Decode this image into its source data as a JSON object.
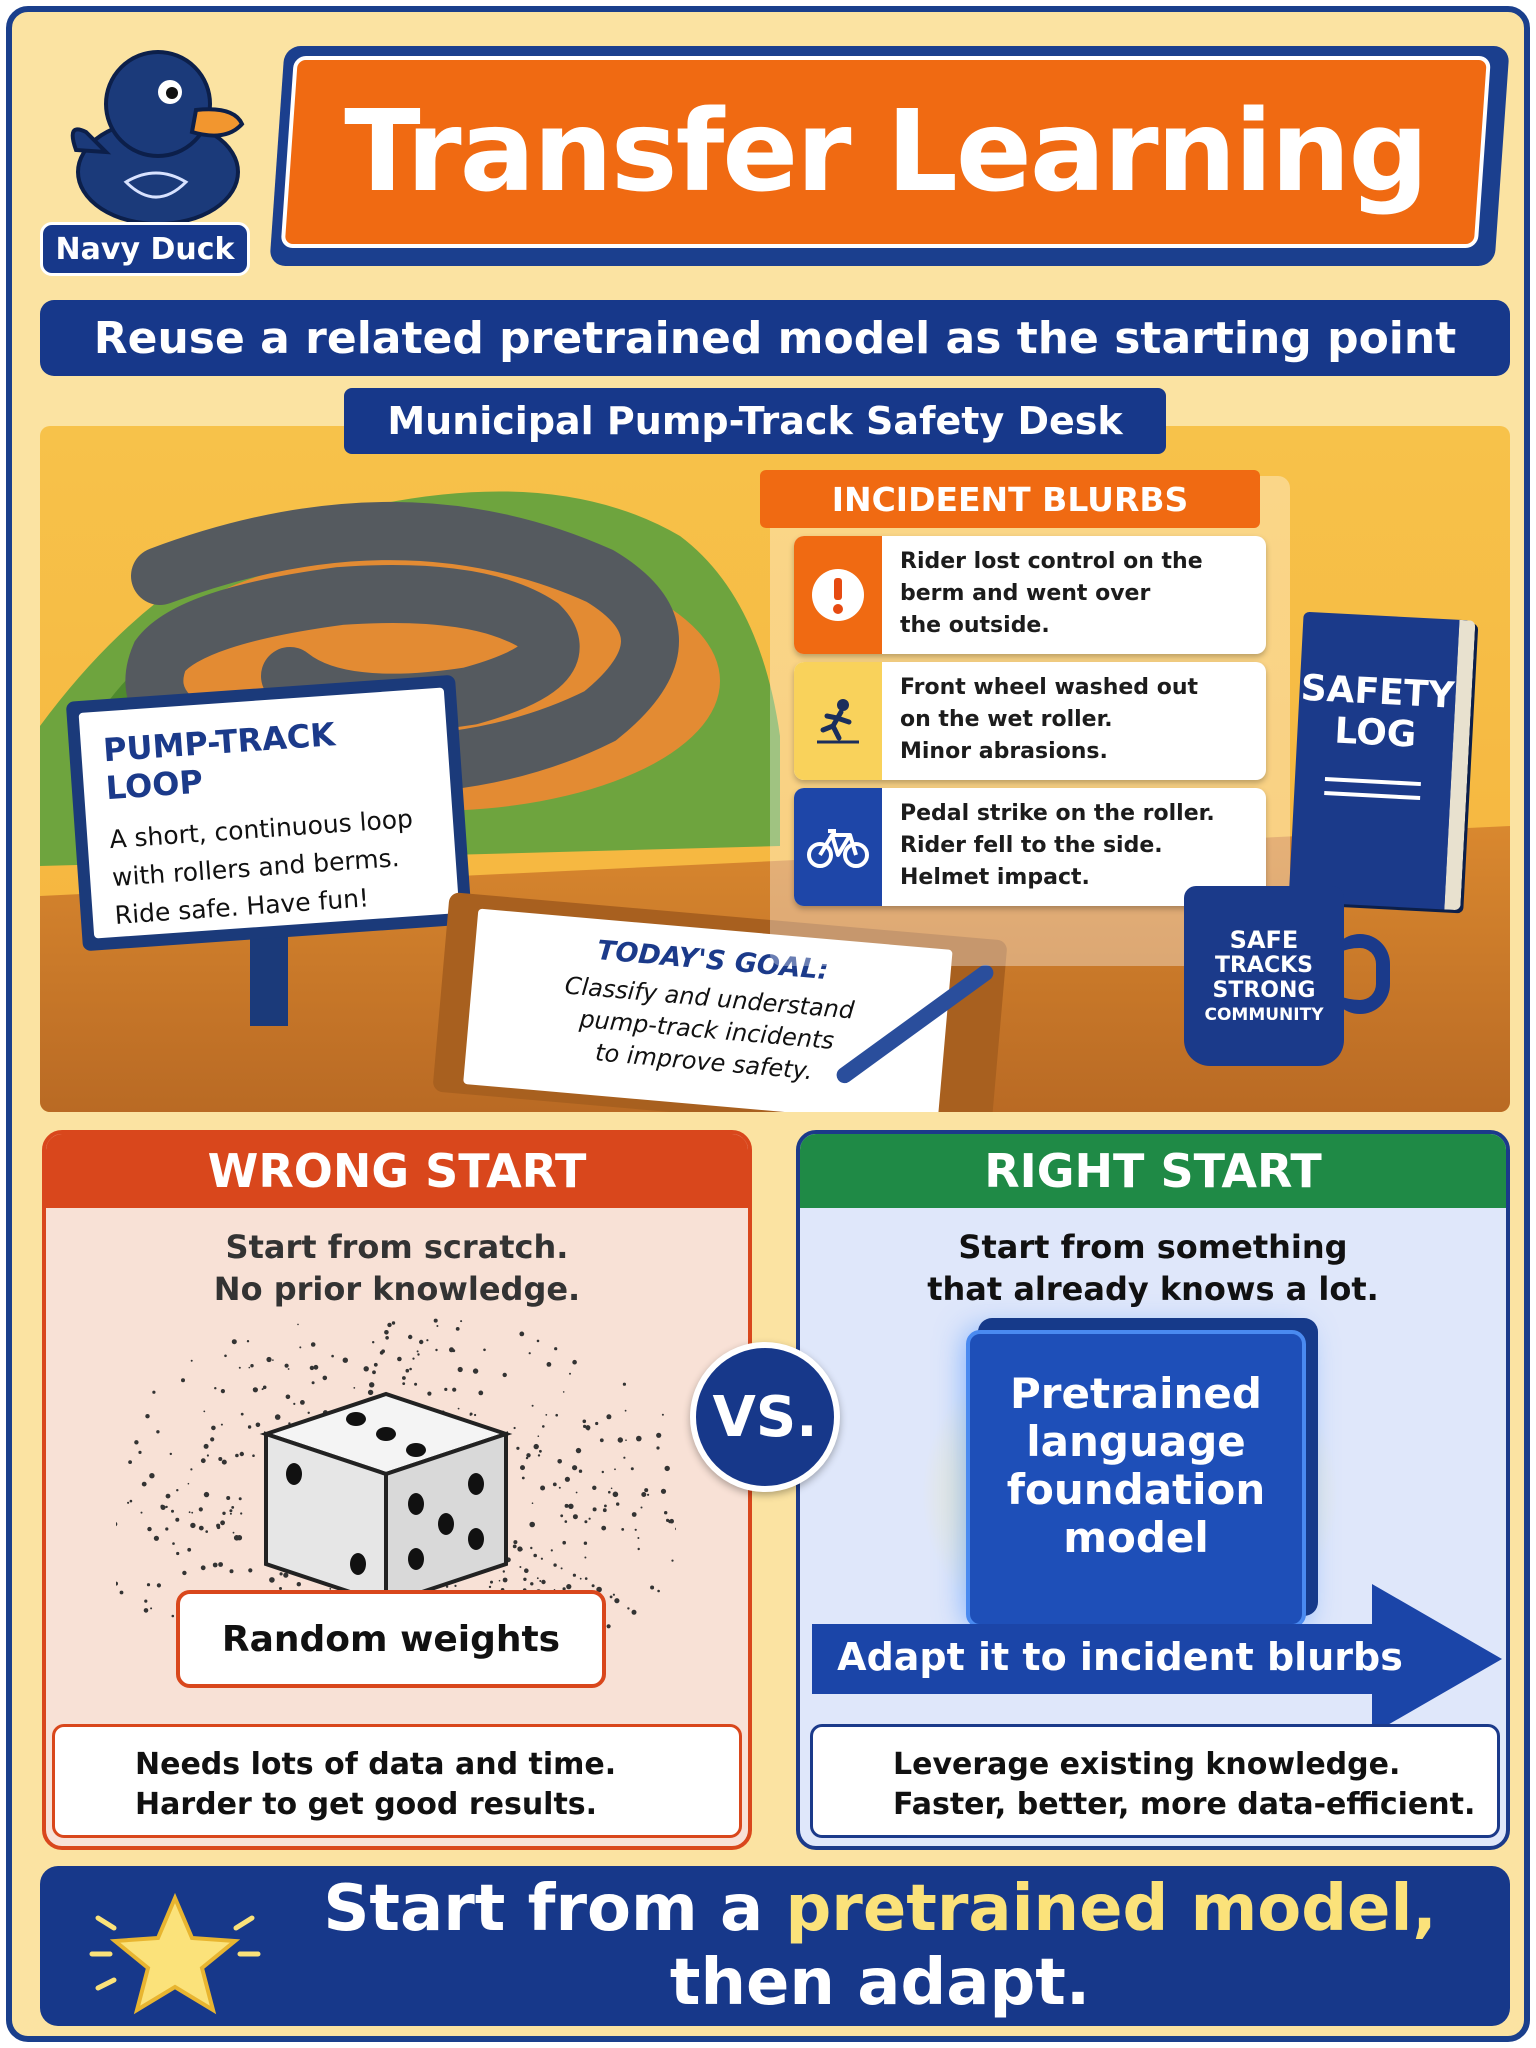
{
  "mascot": {
    "name": "Navy Duck"
  },
  "header": {
    "title": "Transfer Learning",
    "subtitle": "Reuse a related pretrained model as the starting point"
  },
  "scene": {
    "desk_label": "Municipal Pump-Track Safety Desk",
    "sign": {
      "title": "PUMP-TRACK LOOP",
      "lines": [
        "A short, continuous loop",
        "with rollers and berms.",
        "Ride safe. Have fun!"
      ]
    },
    "incidents": {
      "header": "INCIDEENT BLURBS",
      "items": [
        {
          "icon": "exclamation-icon",
          "lines": [
            "Rider lost control on the",
            "berm and went over",
            "the outside."
          ]
        },
        {
          "icon": "falling-person-icon",
          "lines": [
            "Front wheel washed out",
            "on the wet roller.",
            "Minor abrasions."
          ]
        },
        {
          "icon": "bicycle-icon",
          "lines": [
            "Pedal strike on the roller.",
            "Rider fell to the side.",
            "Helmet impact."
          ]
        }
      ]
    },
    "book": {
      "lines": [
        "SAFETY",
        "LOG"
      ]
    },
    "clipboard": {
      "heading": "TODAY'S GOAL:",
      "lines": [
        "Classify and understand",
        "pump-track incidents",
        "to improve safety."
      ]
    },
    "mug": {
      "lines": [
        "SAFE",
        "TRACKS",
        "STRONG",
        "COMMUNITY"
      ]
    }
  },
  "wrong": {
    "header": "WRONG START",
    "lines": [
      "Start from scratch.",
      "No prior knowledge."
    ],
    "label": "Random weights",
    "footer": [
      "Needs lots of data and time.",
      "Harder to get good results."
    ]
  },
  "vs": "VS.",
  "right": {
    "header": "RIGHT START",
    "lines": [
      "Start from something",
      "that already knows a lot."
    ],
    "cube": [
      "Pretrained",
      "language",
      "foundation",
      "model"
    ],
    "arrow": "Adapt it to incident blurbs",
    "footer": [
      "Leverage existing knowledge.",
      "Faster, better, more data-efficient."
    ]
  },
  "bottom": {
    "part1": "Start from a",
    "highlight": "pretrained model,",
    "part2": "then adapt."
  },
  "colors": {
    "navy": "#17388a",
    "orange": "#f06a12",
    "green": "#1f8a46",
    "red_header": "#d9471c",
    "yellow": "#fbe27a"
  }
}
